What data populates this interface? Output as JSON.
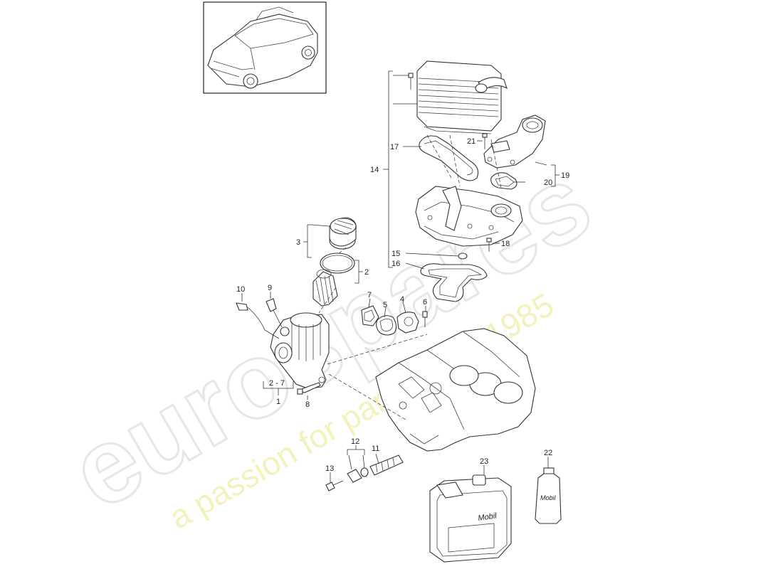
{
  "watermark": {
    "brand": "eurospares",
    "tagline": "a passion for parts since 1985",
    "tagline_color": "#eee68a",
    "brand_color": "#e2e2e2"
  },
  "labels": {
    "l1": "1",
    "l2_7": "2 - 7",
    "l2": "2",
    "l3": "3",
    "l4": "4",
    "l5": "5",
    "l6": "6",
    "l7": "7",
    "l8": "8",
    "l9": "9",
    "l10": "10",
    "l11": "11",
    "l12": "12",
    "l13": "13",
    "l14": "14",
    "l15": "15",
    "l16": "16",
    "l17": "17",
    "l18": "18",
    "l19": "19",
    "l20": "20",
    "l21": "21",
    "l22": "22",
    "l23": "23"
  },
  "product_text": {
    "canister_brand": "Mobil",
    "bottle_brand": "Mobil"
  },
  "vehicle": {
    "icon": "suv-car-icon"
  }
}
